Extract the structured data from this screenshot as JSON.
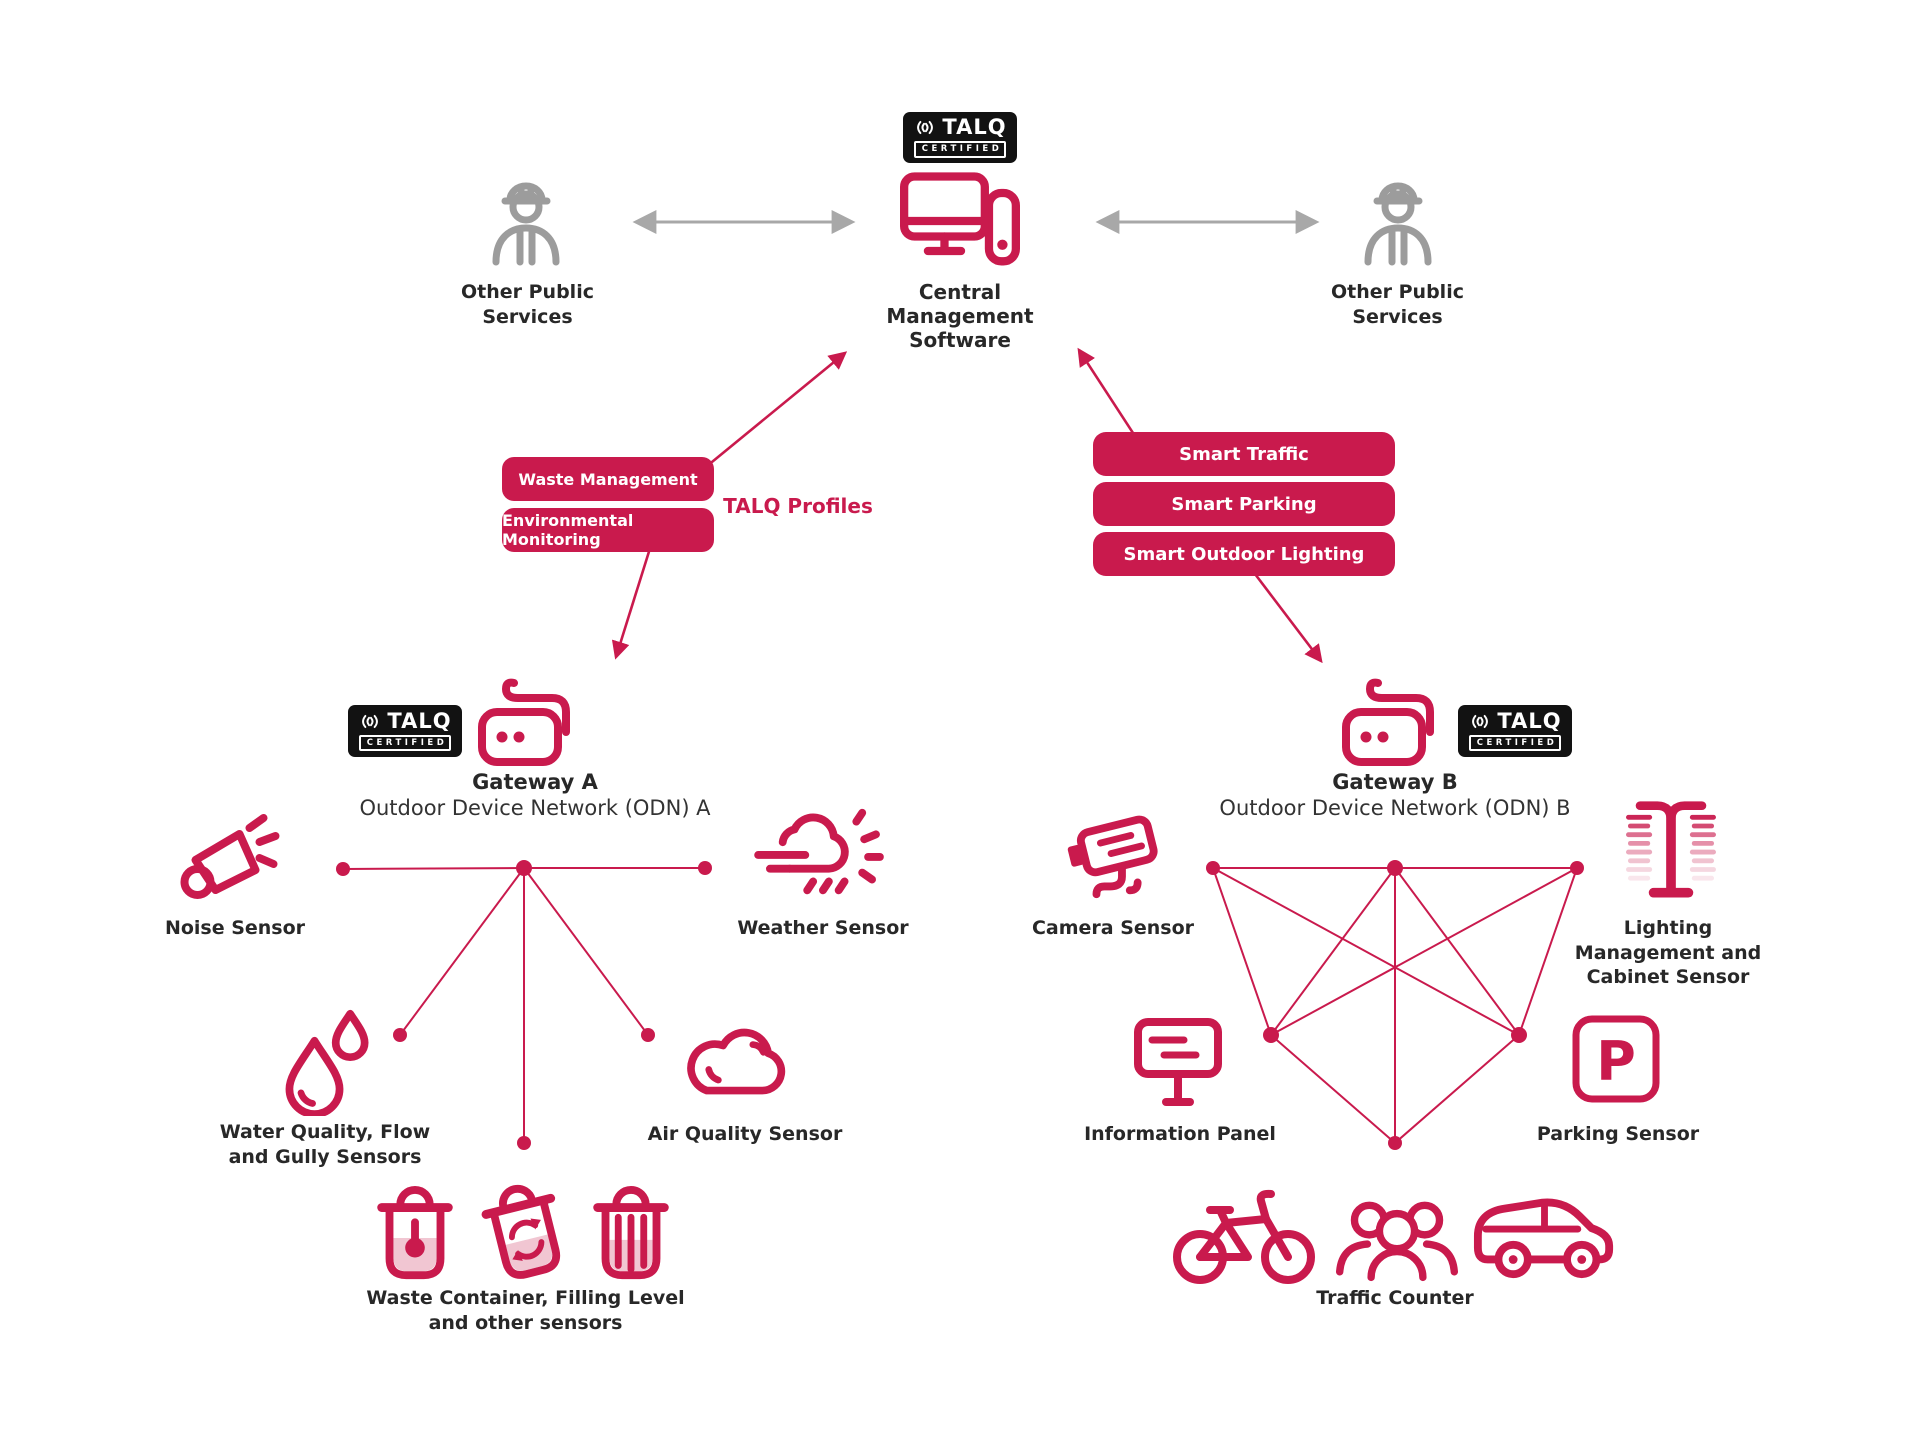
{
  "colors": {
    "accent": "#C91A4D",
    "accent_light": "rgba(201,26,77,0.22)",
    "gray": "#9C9C9C",
    "badge_bg": "#121212",
    "text": "#2A2A2A"
  },
  "badge": {
    "title": "TALQ",
    "certified": "CERTIFIED"
  },
  "header": {
    "central": {
      "lines": [
        "Central Management",
        "Software"
      ]
    },
    "left_public": {
      "lines": [
        "Other Public",
        "Services"
      ]
    },
    "right_public": {
      "lines": [
        "Other Public",
        "Services"
      ]
    }
  },
  "profiles": {
    "caption": "TALQ Profiles",
    "left": [
      {
        "label": "Waste Management"
      },
      {
        "label": "Environmental Monitoring"
      }
    ],
    "right": [
      {
        "label": "Smart Traffic"
      },
      {
        "label": "Smart Parking"
      },
      {
        "label": "Smart Outdoor Lighting"
      }
    ]
  },
  "gateway_a": {
    "title": "Gateway A",
    "subtitle": "Outdoor Device Network (ODN) A"
  },
  "gateway_b": {
    "title": "Gateway B",
    "subtitle": "Outdoor Device Network (ODN) B"
  },
  "sensors_a": {
    "noise": {
      "label": "Noise Sensor"
    },
    "weather": {
      "label": "Weather Sensor"
    },
    "water": {
      "lines": [
        "Water Quality, Flow",
        "and Gully Sensors"
      ]
    },
    "air": {
      "label": "Air Quality Sensor"
    },
    "waste": {
      "lines": [
        "Waste Container, Filling Level",
        "and other sensors"
      ]
    }
  },
  "sensors_b": {
    "camera": {
      "label": "Camera Sensor"
    },
    "lighting": {
      "lines": [
        "Lighting",
        "Management and",
        "Cabinet Sensor"
      ]
    },
    "info": {
      "label": "Information Panel"
    },
    "parking": {
      "label": "Parking Sensor",
      "glyph": "P"
    },
    "traffic": {
      "label": "Traffic Counter"
    }
  }
}
